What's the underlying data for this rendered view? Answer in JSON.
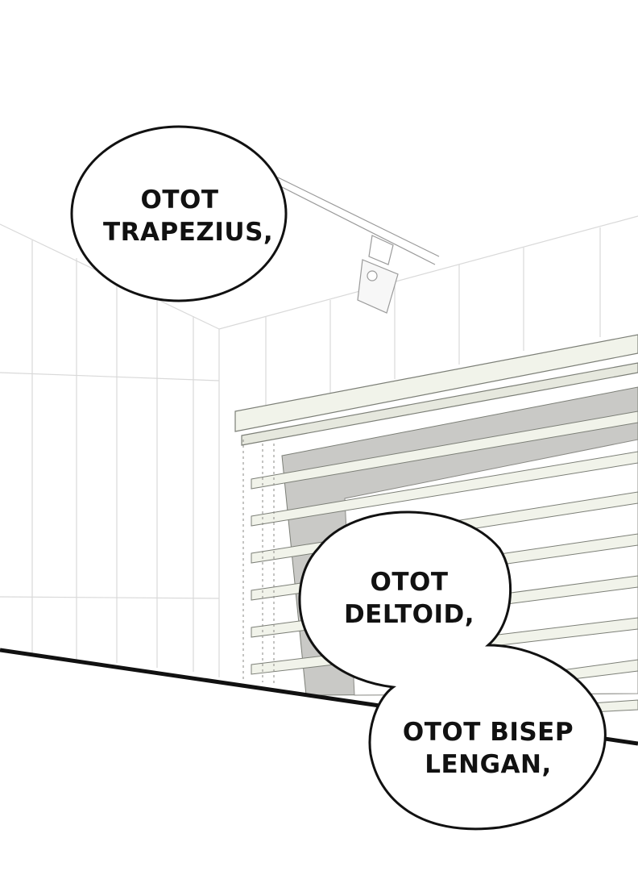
{
  "colors": {
    "background": "#ffffff",
    "wall_line": "#d9d9d9",
    "blind_slat": "#f1f3ea",
    "blind_outline": "#7c7f77",
    "window_shadow": "#c9c9c6",
    "floor_line": "#111111",
    "bubble_fill": "#ffffff",
    "bubble_stroke": "#111111",
    "text": "#111111"
  },
  "bubbles": [
    {
      "lines": [
        "OTOT",
        "TRAPEZIUS,"
      ]
    },
    {
      "lines": [
        "OTOT",
        "DELTOID,"
      ]
    },
    {
      "lines": [
        "OTOT BISEP",
        "LENGAN,"
      ]
    }
  ]
}
